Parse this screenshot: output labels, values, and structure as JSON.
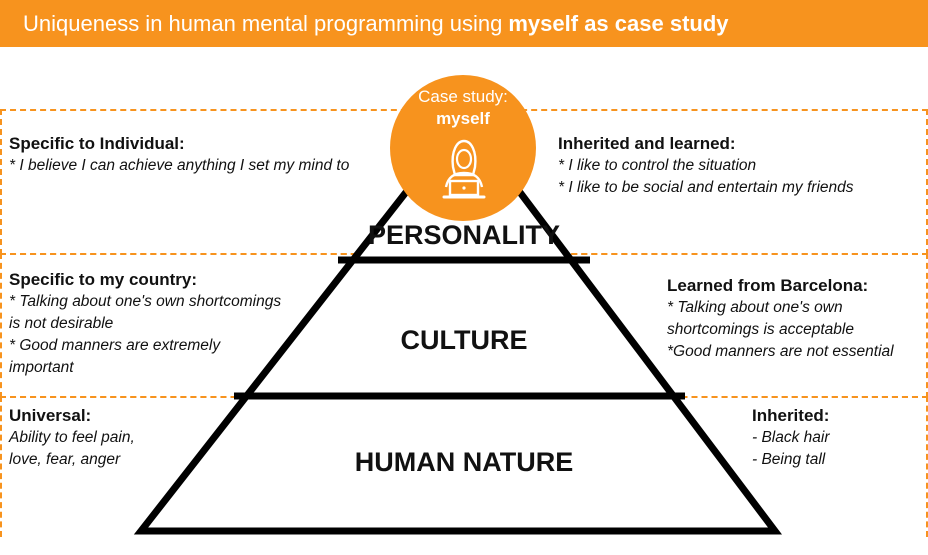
{
  "header": {
    "title_regular": "Uniqueness in human mental programming using",
    "title_bold": "myself as case study"
  },
  "case_study": {
    "line1": "Case study:",
    "line2": "myself",
    "icon": "person-at-laptop-icon"
  },
  "layers": {
    "personality": "PERSONALITY",
    "culture": "CULTURE",
    "human_nature": "HUMAN NATURE"
  },
  "personality": {
    "left": {
      "heading": "Specific to Individual:",
      "items": [
        "* I believe I can achieve anything I set my mind to"
      ]
    },
    "right": {
      "heading": "Inherited and learned:",
      "items": [
        "* I like to control the situation",
        "* I like to be social and entertain my friends"
      ]
    }
  },
  "culture": {
    "left": {
      "heading": "Specific to my country:",
      "items": [
        "* Talking about one's own shortcomings",
        "is not desirable",
        "* Good manners are extremely",
        "important"
      ]
    },
    "right": {
      "heading": "Learned from Barcelona:",
      "items": [
        "* Talking about one's own",
        "shortcomings is acceptable",
        "*Good manners are not essential"
      ]
    }
  },
  "human_nature": {
    "left": {
      "heading": "Universal:",
      "items": [
        "Ability to feel pain,",
        "love, fear, anger"
      ]
    },
    "right": {
      "heading": "Inherited:",
      "items": [
        "- Black hair",
        "- Being tall"
      ]
    }
  },
  "colors": {
    "accent": "#f7931e",
    "text": "#111111",
    "background": "#ffffff"
  }
}
